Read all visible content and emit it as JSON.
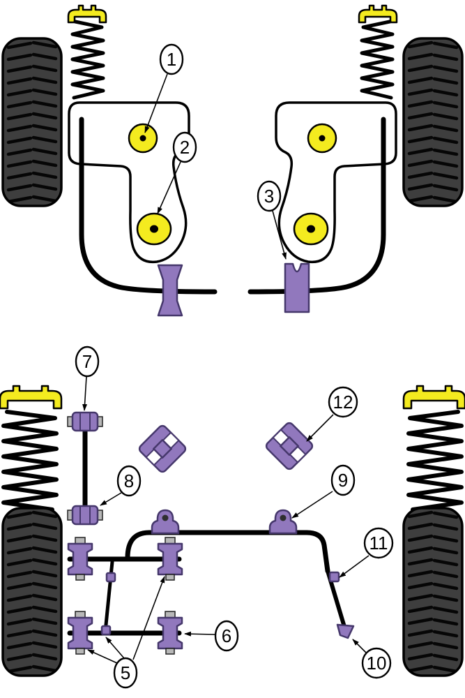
{
  "colors": {
    "yellow": "#f4eb1f",
    "purple": "#9178bd",
    "purple_dark": "#45376b",
    "gray": "#b8b8b8",
    "tire": "#3e3e3e",
    "outline": "#000000",
    "background": "#ffffff"
  },
  "callouts": [
    {
      "label": "1"
    },
    {
      "label": "2"
    },
    {
      "label": "3"
    },
    {
      "label": "5"
    },
    {
      "label": "6"
    },
    {
      "label": "7"
    },
    {
      "label": "8"
    },
    {
      "label": "9"
    },
    {
      "label": "10"
    },
    {
      "label": "11"
    },
    {
      "label": "12"
    }
  ]
}
